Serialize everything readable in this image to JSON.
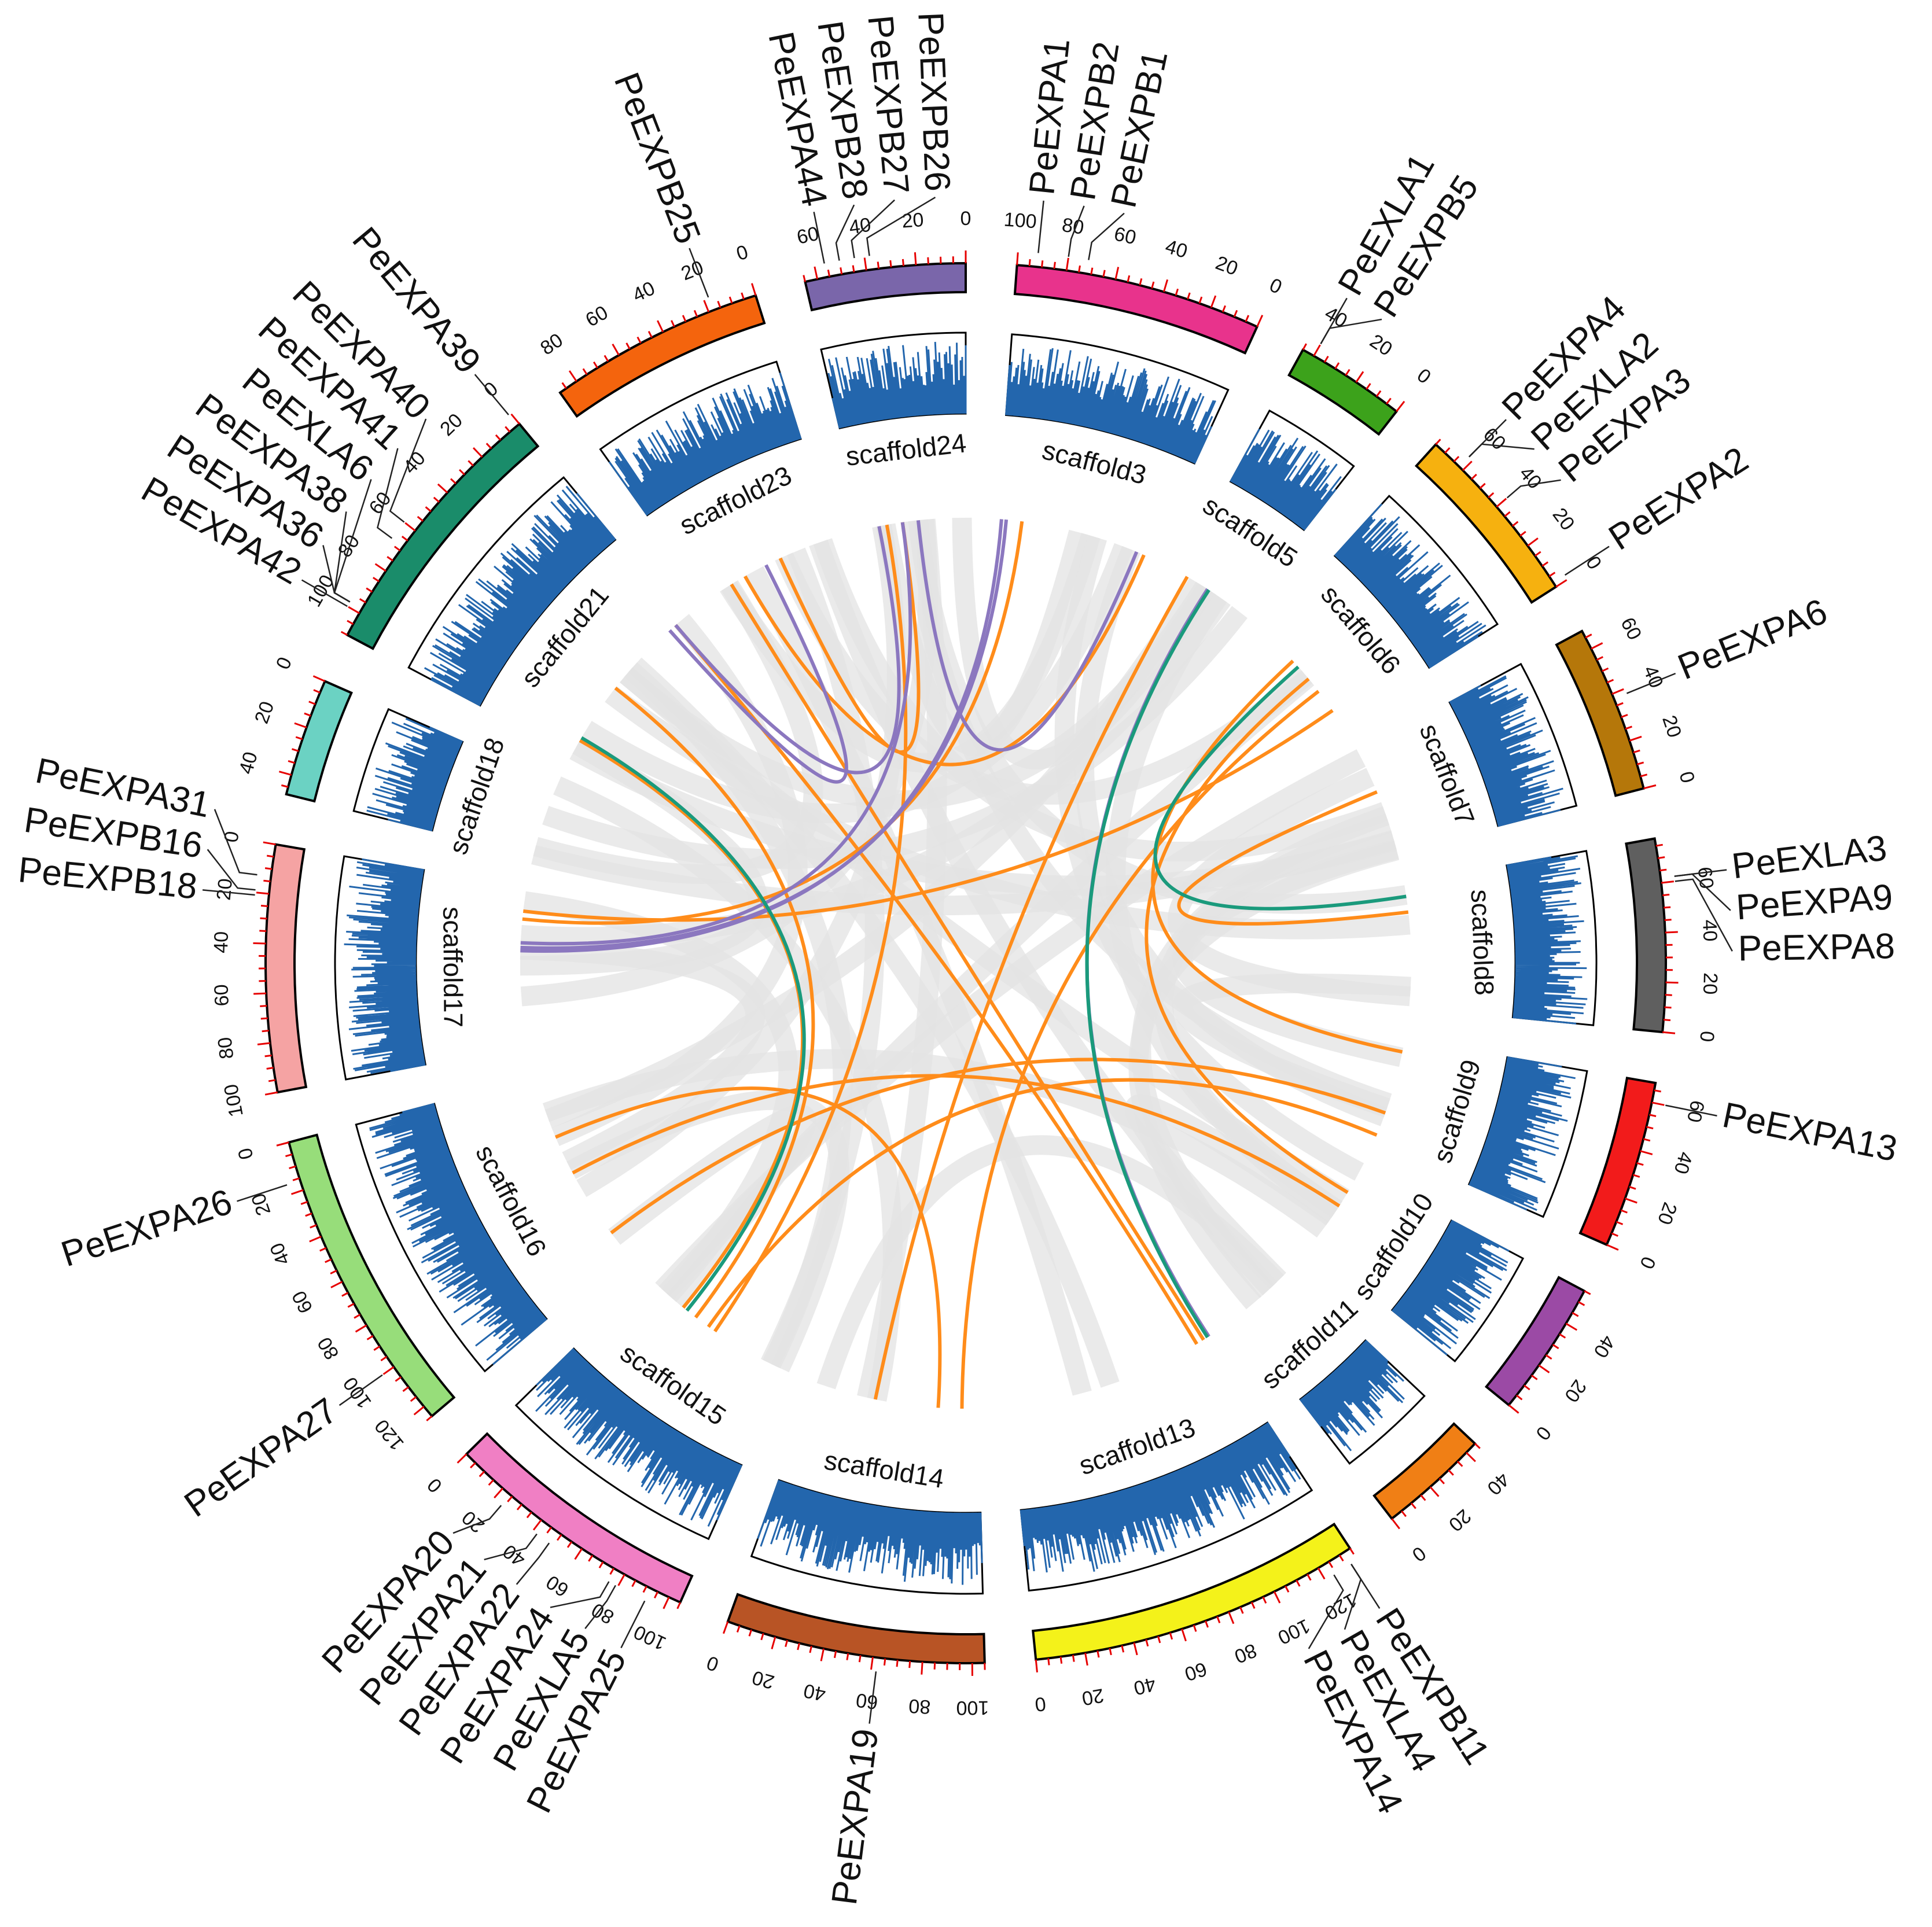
{
  "colors": {
    "density_fill": "#2366ad",
    "segmental_link": "#ff8c1a",
    "purple_link": "#8b77bf",
    "green_link": "#1a9a7c",
    "background_link": "#e3e3e3"
  },
  "chromosomes": [
    {
      "name": "scaffold3",
      "length": 100,
      "tick_step": 20,
      "color": "#e8338c"
    },
    {
      "name": "scaffold5",
      "length": 45,
      "tick_step": 20,
      "color": "#3ca21b"
    },
    {
      "name": "scaffold6",
      "length": 75,
      "tick_step": 20,
      "color": "#f6b10f"
    },
    {
      "name": "scaffold7",
      "length": 68,
      "tick_step": 20,
      "color": "#b5770a"
    },
    {
      "name": "scaffold8",
      "length": 78,
      "tick_step": 20,
      "color": "#5f5f5f"
    },
    {
      "name": "scaffold9",
      "length": 68,
      "tick_step": 20,
      "color": "#f21b1b"
    },
    {
      "name": "scaffold10",
      "length": 55,
      "tick_step": 20,
      "color": "#9b4aa5"
    },
    {
      "name": "scaffold11",
      "length": 45,
      "tick_step": 20,
      "color": "#f07f15"
    },
    {
      "name": "scaffold13",
      "length": 135,
      "tick_step": 20,
      "color": "#f4f21a"
    },
    {
      "name": "scaffold14",
      "length": 105,
      "tick_step": 20,
      "color": "#b85425"
    },
    {
      "name": "scaffold15",
      "length": 105,
      "tick_step": 20,
      "color": "#f07fc4"
    },
    {
      "name": "scaffold16",
      "length": 125,
      "tick_step": 20,
      "color": "#97dd7a"
    },
    {
      "name": "scaffold17",
      "length": 100,
      "tick_step": 20,
      "color": "#f5a3a3"
    },
    {
      "name": "scaffold18",
      "length": 48,
      "tick_step": 20,
      "color": "#6bd2c3"
    },
    {
      "name": "scaffold21",
      "length": 110,
      "tick_step": 20,
      "color": "#1a8c6a"
    },
    {
      "name": "scaffold23",
      "length": 88,
      "tick_step": 20,
      "color": "#f4640d"
    },
    {
      "name": "scaffold24",
      "length": 65,
      "tick_step": 20,
      "color": "#7a66aa"
    }
  ],
  "genes": [
    {
      "name": "PeEXPB1",
      "chr": "scaffold3",
      "pos": 72
    },
    {
      "name": "PeEXPB2",
      "chr": "scaffold3",
      "pos": 80
    },
    {
      "name": "PeEXPA1",
      "chr": "scaffold3",
      "pos": 92
    },
    {
      "name": "PeEXLA1",
      "chr": "scaffold5",
      "pos": 40
    },
    {
      "name": "PeEXPB5",
      "chr": "scaffold5",
      "pos": 40
    },
    {
      "name": "PeEXPA2",
      "chr": "scaffold6",
      "pos": 2
    },
    {
      "name": "PeEXPA3",
      "chr": "scaffold6",
      "pos": 40
    },
    {
      "name": "PeEXPA4",
      "chr": "scaffold6",
      "pos": 62
    },
    {
      "name": "PeEXLA2",
      "chr": "scaffold6",
      "pos": 62
    },
    {
      "name": "PeEXPA6",
      "chr": "scaffold7",
      "pos": 38
    },
    {
      "name": "PeEXLA3",
      "chr": "scaffold8",
      "pos": 62
    },
    {
      "name": "PeEXPA9",
      "chr": "scaffold8",
      "pos": 62
    },
    {
      "name": "PeEXPA8",
      "chr": "scaffold8",
      "pos": 60
    },
    {
      "name": "PeEXPA13",
      "chr": "scaffold9",
      "pos": 60
    },
    {
      "name": "PeEXPB11",
      "chr": "scaffold13",
      "pos": 132
    },
    {
      "name": "PeEXLA4",
      "chr": "scaffold13",
      "pos": 132
    },
    {
      "name": "PeEXPA14",
      "chr": "scaffold13",
      "pos": 124
    },
    {
      "name": "PeEXPA19",
      "chr": "scaffold14",
      "pos": 62
    },
    {
      "name": "PeEXPA20",
      "chr": "scaffold15",
      "pos": 24
    },
    {
      "name": "PeEXPA21",
      "chr": "scaffold15",
      "pos": 42
    },
    {
      "name": "PeEXPA22",
      "chr": "scaffold15",
      "pos": 48
    },
    {
      "name": "PeEXPA24",
      "chr": "scaffold15",
      "pos": 76
    },
    {
      "name": "PeEXLA5",
      "chr": "scaffold15",
      "pos": 79
    },
    {
      "name": "PeEXPA25",
      "chr": "scaffold15",
      "pos": 92
    },
    {
      "name": "PeEXPA26",
      "chr": "scaffold16",
      "pos": 16
    },
    {
      "name": "PeEXPA27",
      "chr": "scaffold16",
      "pos": 100
    },
    {
      "name": "PeEXPA31",
      "chr": "scaffold17",
      "pos": 13
    },
    {
      "name": "PeEXPB16",
      "chr": "scaffold17",
      "pos": 19
    },
    {
      "name": "PeEXPB18",
      "chr": "scaffold17",
      "pos": 21
    },
    {
      "name": "PeEXPA39",
      "chr": "scaffold21",
      "pos": 1
    },
    {
      "name": "PeEXPA40",
      "chr": "scaffold21",
      "pos": 60
    },
    {
      "name": "PeEXPA41",
      "chr": "scaffold21",
      "pos": 68
    },
    {
      "name": "PeEXPA36",
      "chr": "scaffold21",
      "pos": 98
    },
    {
      "name": "PeEXPA38",
      "chr": "scaffold21",
      "pos": 98
    },
    {
      "name": "PeEXLA6",
      "chr": "scaffold21",
      "pos": 98
    },
    {
      "name": "PeEXPA42",
      "chr": "scaffold21",
      "pos": 100
    },
    {
      "name": "PeEXPB25",
      "chr": "scaffold23",
      "pos": 18
    },
    {
      "name": "PeEXPB26",
      "chr": "scaffold24",
      "pos": 38
    },
    {
      "name": "PeEXPB27",
      "chr": "scaffold24",
      "pos": 44
    },
    {
      "name": "PeEXPB28",
      "chr": "scaffold24",
      "pos": 50
    },
    {
      "name": "PeEXPA44",
      "chr": "scaffold24",
      "pos": 56
    }
  ],
  "links": [
    {
      "type": "segmental",
      "from": [
        "scaffold17",
        20
      ],
      "to": [
        "scaffold3",
        85
      ]
    },
    {
      "type": "segmental",
      "from": [
        "scaffold17",
        15
      ],
      "to": [
        "scaffold6",
        10
      ]
    },
    {
      "type": "segmental",
      "from": [
        "scaffold16",
        110
      ],
      "to": [
        "scaffold9",
        20
      ]
    },
    {
      "type": "segmental",
      "from": [
        "scaffold16",
        65
      ],
      "to": [
        "scaffold10",
        30
      ]
    },
    {
      "type": "segmental",
      "from": [
        "scaffold15",
        40
      ],
      "to": [
        "scaffold21",
        60
      ]
    },
    {
      "type": "segmental",
      "from": [
        "scaffold15",
        30
      ],
      "to": [
        "scaffold21",
        100
      ]
    },
    {
      "type": "segmental",
      "from": [
        "scaffold14",
        80
      ],
      "to": [
        "scaffold16",
        40
      ]
    },
    {
      "type": "segmental",
      "from": [
        "scaffold14",
        40
      ],
      "to": [
        "scaffold5",
        40
      ]
    },
    {
      "type": "segmental",
      "from": [
        "scaffold13",
        125
      ],
      "to": [
        "scaffold21",
        5
      ]
    },
    {
      "type": "segmental",
      "from": [
        "scaffold13",
        130
      ],
      "to": [
        "scaffold23",
        70
      ]
    },
    {
      "type": "segmental",
      "from": [
        "scaffold9",
        60
      ],
      "to": [
        "scaffold6",
        50
      ]
    },
    {
      "type": "segmental",
      "from": [
        "scaffold8",
        60
      ],
      "to": [
        "scaffold7",
        40
      ]
    },
    {
      "type": "segmental",
      "from": [
        "scaffold24",
        40
      ],
      "to": [
        "scaffold23",
        35
      ]
    },
    {
      "type": "segmental",
      "from": [
        "scaffold24",
        50
      ],
      "to": [
        "scaffold15",
        55
      ]
    },
    {
      "type": "segmental",
      "from": [
        "scaffold3",
        5
      ],
      "to": [
        "scaffold23",
        60
      ]
    },
    {
      "type": "segmental",
      "from": [
        "scaffold10",
        40
      ],
      "to": [
        "scaffold6",
        35
      ]
    },
    {
      "type": "segmental",
      "from": [
        "scaffold14",
        95
      ],
      "to": [
        "scaffold6",
        25
      ]
    },
    {
      "type": "segmental",
      "from": [
        "scaffold15",
        50
      ],
      "to": [
        "scaffold9",
        5
      ]
    },
    {
      "type": "purple",
      "from": [
        "scaffold17",
        35
      ],
      "to": [
        "scaffold24",
        40
      ]
    },
    {
      "type": "purple",
      "from": [
        "scaffold17",
        38
      ],
      "to": [
        "scaffold3",
        95
      ]
    },
    {
      "type": "purple",
      "from": [
        "scaffold17",
        40
      ],
      "to": [
        "scaffold3",
        98
      ]
    },
    {
      "type": "purple",
      "from": [
        "scaffold21",
        5
      ],
      "to": [
        "scaffold24",
        55
      ]
    },
    {
      "type": "purple",
      "from": [
        "scaffold21",
        10
      ],
      "to": [
        "scaffold23",
        45
      ]
    },
    {
      "type": "purple",
      "from": [
        "scaffold24",
        30
      ],
      "to": [
        "scaffold3",
        10
      ]
    },
    {
      "type": "purple",
      "from": [
        "scaffold13",
        134
      ],
      "to": [
        "scaffold5",
        25
      ]
    },
    {
      "type": "green",
      "from": [
        "scaffold15",
        33
      ],
      "to": [
        "scaffold21",
        98
      ]
    },
    {
      "type": "green",
      "from": [
        "scaffold8",
        70
      ],
      "to": [
        "scaffold6",
        45
      ]
    },
    {
      "type": "green",
      "from": [
        "scaffold13",
        133
      ],
      "to": [
        "scaffold5",
        24
      ]
    }
  ]
}
